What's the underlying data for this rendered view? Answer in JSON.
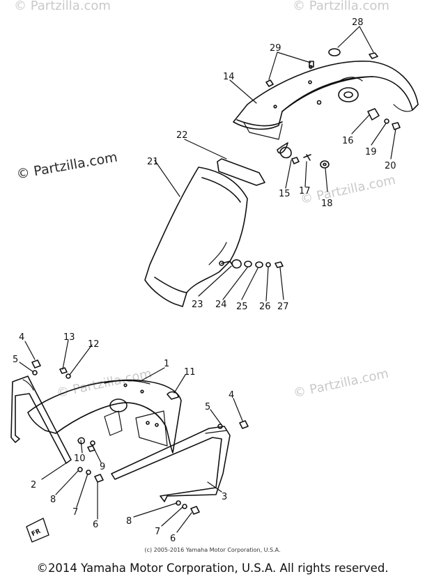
{
  "watermarks": [
    "© Partzilla.com",
    "© Partzilla.com",
    "© Partzilla.com",
    "© Partzilla.com",
    "© Partzilla.com"
  ],
  "watermark_main": "© Partzilla.com",
  "callouts": [
    "28",
    "29",
    "14",
    "16",
    "19",
    "20",
    "22",
    "21",
    "15",
    "17",
    "18",
    "23",
    "24",
    "25",
    "26",
    "27",
    "4",
    "13",
    "12",
    "1",
    "11",
    "5",
    "5",
    "4",
    "2",
    "10",
    "9",
    "8",
    "7",
    "6",
    "3",
    "8",
    "7",
    "6"
  ],
  "fr_label": "FR",
  "diagram_copyright": "(c) 2005-2016 Yamaha Motor Corporation, U.S.A.",
  "footer_copyright": "©2014 Yamaha Motor Corporation, U.S.A. All rights reserved."
}
